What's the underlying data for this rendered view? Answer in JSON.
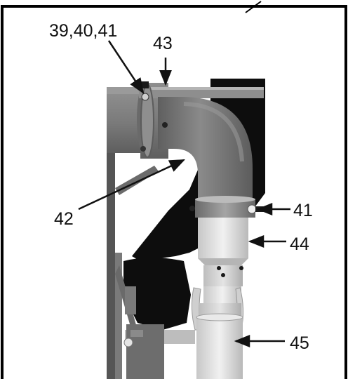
{
  "figure": {
    "callouts": [
      {
        "id": "c-39-40-41",
        "text": "39,40,41"
      },
      {
        "id": "c-43",
        "text": "43"
      },
      {
        "id": "c-42",
        "text": "42"
      },
      {
        "id": "c-41",
        "text": "41"
      },
      {
        "id": "c-44",
        "text": "44"
      },
      {
        "id": "c-45",
        "text": "45"
      }
    ],
    "colors": {
      "frame": "#000000",
      "pipe_dark": "#6f6f6f",
      "pipe_mid": "#8c8c8c",
      "pipe_light": "#d8d8d8",
      "shadow": "#0d0d0d",
      "line": "#111111"
    }
  }
}
